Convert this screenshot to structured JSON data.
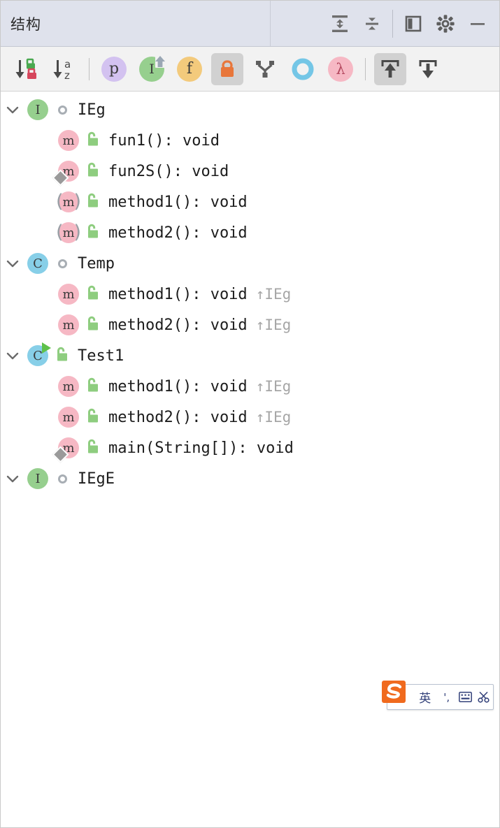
{
  "header": {
    "title": "结构",
    "actions": [
      {
        "name": "expand-all-icon",
        "label": "Expand All"
      },
      {
        "name": "collapse-all-icon",
        "label": "Collapse All"
      },
      {
        "name": "divider",
        "label": ""
      },
      {
        "name": "view-mode-icon",
        "label": "View Mode"
      },
      {
        "name": "gear-icon",
        "label": "Settings"
      },
      {
        "name": "minimize-icon",
        "label": "Hide"
      }
    ]
  },
  "toolbar": {
    "buttons": [
      {
        "name": "sort-by-visibility-button",
        "label": "Sort by Visibility",
        "kind": "sort-visibility",
        "selected": false
      },
      {
        "name": "sort-alphabetically-button",
        "label": "Sort Alphabetically",
        "kind": "sort-alpha",
        "selected": false
      },
      {
        "name": "divider-1",
        "label": "",
        "kind": "divider",
        "selected": false
      },
      {
        "name": "show-properties-button",
        "label": "Show Properties",
        "kind": "glyph-p",
        "selected": false
      },
      {
        "name": "show-inherited-button",
        "label": "Show Inherited",
        "kind": "glyph-I",
        "selected": false
      },
      {
        "name": "show-fields-button",
        "label": "Show Fields",
        "kind": "glyph-f",
        "selected": false
      },
      {
        "name": "show-non-public-button",
        "label": "Show Non-Public",
        "kind": "lock",
        "selected": true
      },
      {
        "name": "group-by-anonymous-button",
        "label": "Group Implementations",
        "kind": "merge",
        "selected": false
      },
      {
        "name": "show-lambdas-button",
        "label": "Show Anonymous Classes",
        "kind": "circle-o",
        "selected": false
      },
      {
        "name": "show-lambda-button",
        "label": "Show Lambdas",
        "kind": "lambda",
        "selected": false
      },
      {
        "name": "divider-2",
        "label": "",
        "kind": "divider",
        "selected": false
      },
      {
        "name": "autoscroll-to-source-button",
        "label": "Autoscroll to Source",
        "kind": "arrow-up-box",
        "selected": true
      },
      {
        "name": "autoscroll-from-source-button",
        "label": "Autoscroll from Source",
        "kind": "arrow-down-box",
        "selected": false
      }
    ]
  },
  "tree": {
    "rows": [
      {
        "depth": 0,
        "chevron": "down",
        "icon": "interface",
        "access": "package-private",
        "label": "IEg",
        "overrides": "",
        "static": false,
        "abstract": false,
        "runnable": false
      },
      {
        "depth": 1,
        "chevron": "none",
        "icon": "method",
        "access": "public",
        "label": "fun1(): void",
        "overrides": "",
        "static": false,
        "abstract": false,
        "runnable": false
      },
      {
        "depth": 1,
        "chevron": "none",
        "icon": "method",
        "access": "public",
        "label": "fun2S(): void",
        "overrides": "",
        "static": true,
        "abstract": false,
        "runnable": false
      },
      {
        "depth": 1,
        "chevron": "none",
        "icon": "method",
        "access": "public",
        "label": "method1(): void",
        "overrides": "",
        "static": false,
        "abstract": true,
        "runnable": false
      },
      {
        "depth": 1,
        "chevron": "none",
        "icon": "method",
        "access": "public",
        "label": "method2(): void",
        "overrides": "",
        "static": false,
        "abstract": true,
        "runnable": false
      },
      {
        "depth": 0,
        "chevron": "down",
        "icon": "class",
        "access": "package-private",
        "label": "Temp",
        "overrides": "",
        "static": false,
        "abstract": false,
        "runnable": false
      },
      {
        "depth": 1,
        "chevron": "none",
        "icon": "method",
        "access": "public",
        "label": "method1(): void",
        "overrides": "↑IEg",
        "static": false,
        "abstract": false,
        "runnable": false
      },
      {
        "depth": 1,
        "chevron": "none",
        "icon": "method",
        "access": "public",
        "label": "method2(): void",
        "overrides": "↑IEg",
        "static": false,
        "abstract": false,
        "runnable": false
      },
      {
        "depth": 0,
        "chevron": "down",
        "icon": "class",
        "access": "public",
        "label": "Test1",
        "overrides": "",
        "static": false,
        "abstract": false,
        "runnable": true
      },
      {
        "depth": 1,
        "chevron": "none",
        "icon": "method",
        "access": "public",
        "label": "method1(): void",
        "overrides": "↑IEg",
        "static": false,
        "abstract": false,
        "runnable": false
      },
      {
        "depth": 1,
        "chevron": "none",
        "icon": "method",
        "access": "public",
        "label": "method2(): void",
        "overrides": "↑IEg",
        "static": false,
        "abstract": false,
        "runnable": false
      },
      {
        "depth": 1,
        "chevron": "none",
        "icon": "method",
        "access": "public",
        "label": "main(String[]): void",
        "overrides": "",
        "static": true,
        "abstract": false,
        "runnable": false
      },
      {
        "depth": 0,
        "chevron": "down",
        "icon": "interface",
        "access": "package-private",
        "label": "IEgE",
        "overrides": "",
        "static": false,
        "abstract": false,
        "runnable": false
      }
    ]
  },
  "ime": {
    "name": "sogou-input-method",
    "logo_letter": "S",
    "items": [
      {
        "name": "ime-language-toggle",
        "label": "英"
      },
      {
        "name": "ime-punctuation-toggle",
        "label": "',"
      },
      {
        "name": "ime-keyboard-icon",
        "label": "keyboard"
      },
      {
        "name": "ime-tools-icon",
        "label": "scissors"
      }
    ]
  },
  "colors": {
    "header_bg": "#dfe2ec",
    "toolbar_bg": "#f2f2f2",
    "tree_bg": "#ffffff",
    "interface_badge": "#96cf8e",
    "class_badge": "#87cfe8",
    "method_badge": "#f6b8c4",
    "public_lock": "#8ecd7f",
    "nonpublic_lock": "#e8763a",
    "properties_glyph": "#d3c2f0",
    "fields_glyph": "#f3ca7c",
    "lambda_glyph": "#f6b8c4",
    "anon_glyph": "#74c6e6",
    "override_text": "#a6a6a6",
    "run_marker": "#5fc14a",
    "sogou_orange": "#f06a1e"
  }
}
